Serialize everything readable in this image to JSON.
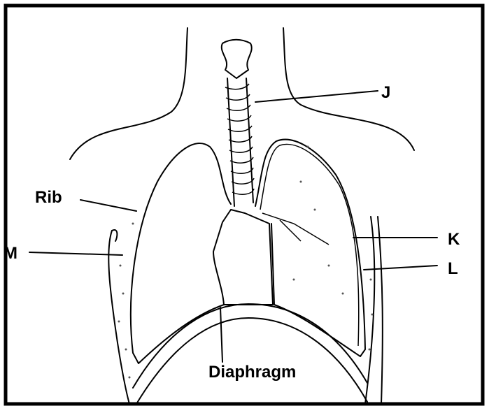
{
  "title": "Human respiratory system diagram",
  "labels": {
    "j": "J",
    "rib": "Rib",
    "m": "M",
    "k": "K",
    "l": "L",
    "diaphragm": "Diaphragm"
  }
}
